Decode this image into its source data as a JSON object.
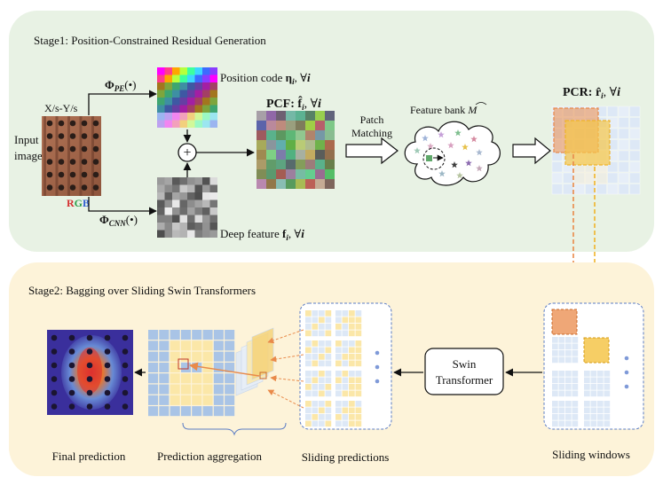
{
  "stage1": {
    "title": "Stage1: Position-Constrained Residual Generation",
    "input_label_line1": "Input",
    "input_label_line2": "image",
    "xy_label": "X/s-Y/s",
    "rgb_r": "R",
    "rgb_g": "G",
    "rgb_b": "B",
    "phi_pe": "Φ",
    "phi_pe_sub": "PE",
    "phi_pe_arg": "(•)",
    "phi_cnn": "Φ",
    "phi_cnn_sub": "CNN",
    "phi_cnn_arg": "(•)",
    "position_code": "Position code ",
    "position_code_sym": "η",
    "position_code_sub": "i",
    "forall": ",  ∀",
    "forall_i": "i",
    "deep_feature": "Deep feature ",
    "deep_feature_sym": "f",
    "deep_feature_sub": "i",
    "pcf_prefix": "PCF: ",
    "pcf_sym": "f̂",
    "pcf_sub": "i",
    "plus": "+",
    "patch_matching_line1": "Patch",
    "patch_matching_line2": "Matching",
    "feature_bank": "Feature bank ",
    "feature_bank_sym": "M",
    "pcr_prefix": "PCR: ",
    "pcr_sym": "r̂",
    "pcr_sub": "i"
  },
  "stage2": {
    "title": "Stage2: Bagging over Sliding Swin Transformers",
    "swin_line1": "Swin",
    "swin_line2": "Transformer",
    "final_prediction": "Final prediction",
    "prediction_aggregation": "Prediction aggregation",
    "sliding_predictions": "Sliding predictions",
    "sliding_windows": "Sliding windows"
  },
  "colors": {
    "stage1_bg": "#e8f2e4",
    "stage2_bg": "#fdf3d9",
    "grid_blue": "#dde8f6",
    "grid_yellow": "#fbe7a8",
    "orange": "#e98a4a",
    "highlight_yellow": "#f5c64a",
    "dashed_blue": "#5b7cc4",
    "red_R": "#d32f2f",
    "green_G": "#2e9d4a",
    "blue_B": "#2f5fd1"
  }
}
